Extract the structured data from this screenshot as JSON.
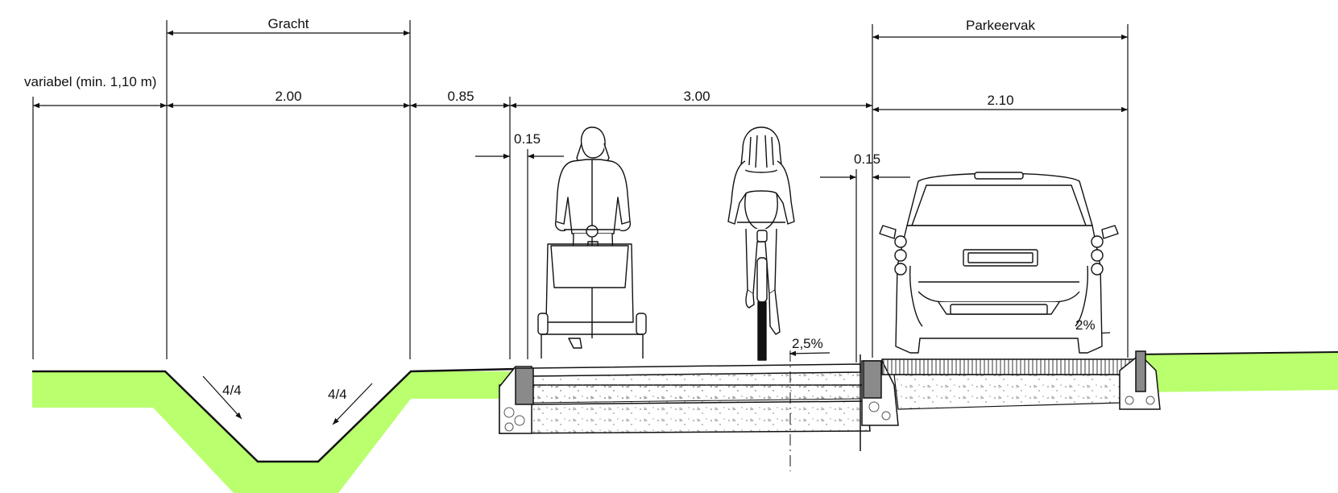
{
  "labels": {
    "gracht": "Gracht",
    "parkeervak": "Parkeervak",
    "variabel": "variabel (min. 1,10 m)",
    "dim_gracht": "2.00",
    "dim_berm": "0.85",
    "dim_fietspad": "3.00",
    "dim_parkeervak": "2.10",
    "dim_band_left": "0.15",
    "dim_band_right": "0.15",
    "slope_left": "4/4",
    "slope_right": "4/4",
    "slope_fietspad": "2,5%",
    "slope_parkeervak": "2%"
  },
  "colors": {
    "grass": "#b9ff6e",
    "line": "#111111",
    "curb": "#8a8a8a"
  }
}
